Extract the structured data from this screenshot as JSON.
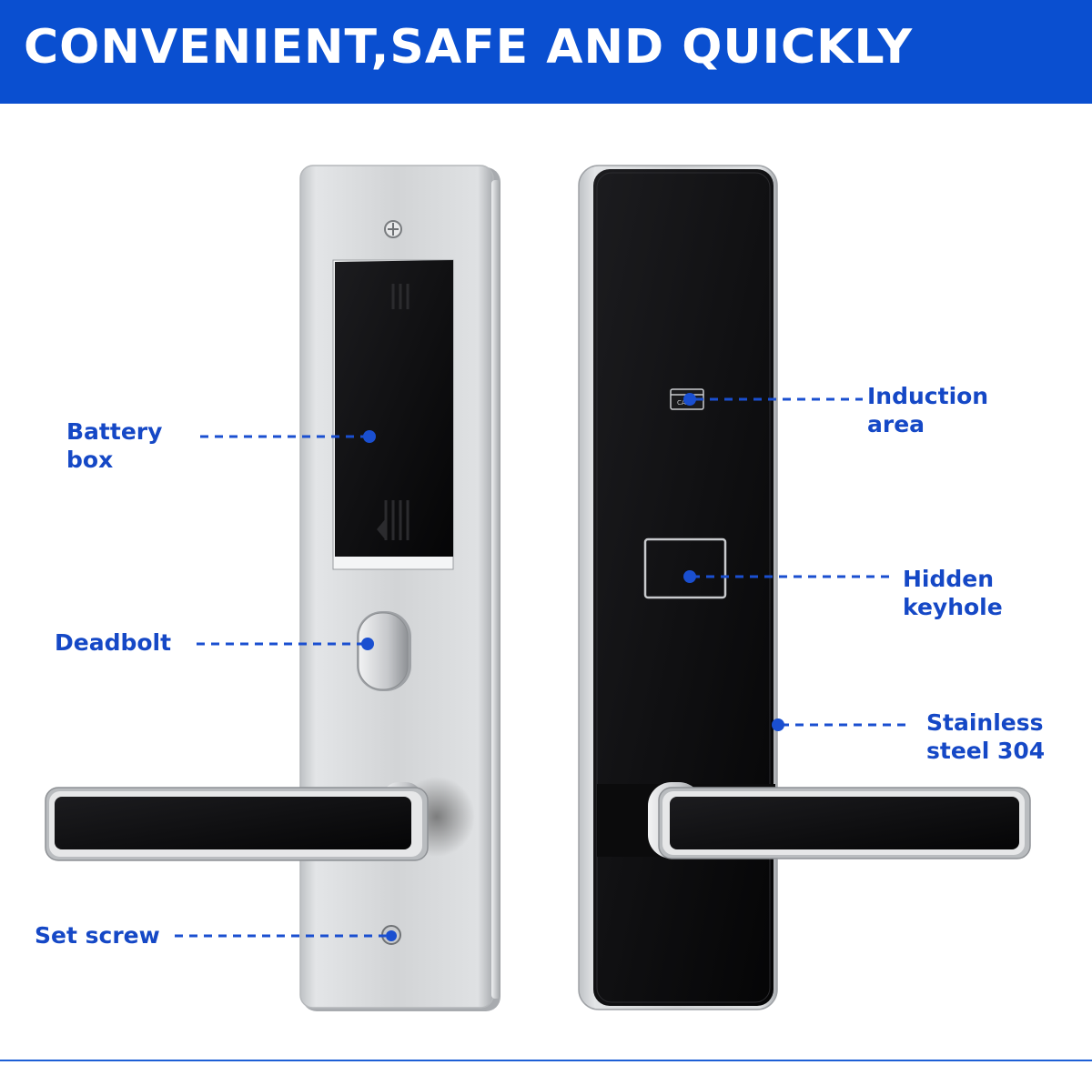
{
  "banner": {
    "title": "CONVENIENT,SAFE AND QUICKLY"
  },
  "callouts": {
    "battery_box": {
      "line1": "Battery",
      "line2": "box"
    },
    "deadbolt": {
      "text": "Deadbolt"
    },
    "set_screw": {
      "text": "Set screw"
    },
    "induction_area": {
      "line1": "Induction",
      "line2": "area"
    },
    "hidden_keyhole": {
      "line1": "Hidden",
      "line2": "keyhole"
    },
    "stainless_steel": {
      "line1": "Stainless",
      "line2": "steel 304"
    }
  },
  "colors": {
    "banner": "#0a4fd0",
    "callout_text": "#1548c6",
    "callout_dot": "#1a4fd0",
    "steel": "#d4d6d8",
    "black_panel": "#101012"
  }
}
